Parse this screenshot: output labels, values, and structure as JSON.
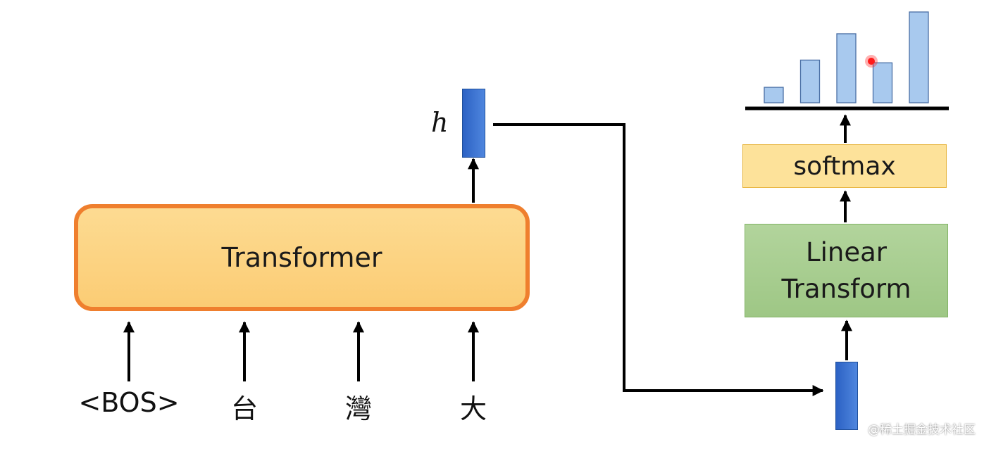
{
  "transformer": {
    "label": "Transformer"
  },
  "inputs": [
    "<BOS>",
    "台",
    "灣",
    "大"
  ],
  "hidden": {
    "label": "h"
  },
  "linear": {
    "line1": "Linear",
    "line2": "Transform"
  },
  "softmax": {
    "label": "softmax"
  },
  "distribution": {
    "values": [
      0.17,
      0.47,
      0.76,
      0.44,
      1.0
    ]
  },
  "colors": {
    "transformer_fill": "#fcd383",
    "transformer_border": "#ef7f2e",
    "softmax_fill": "#fde29a",
    "linear_fill": "#a7cd8f",
    "vector_fill": "#3a72d0",
    "bar_fill": "#a8c9ee"
  },
  "watermark": "@稀土掘金技术社区"
}
